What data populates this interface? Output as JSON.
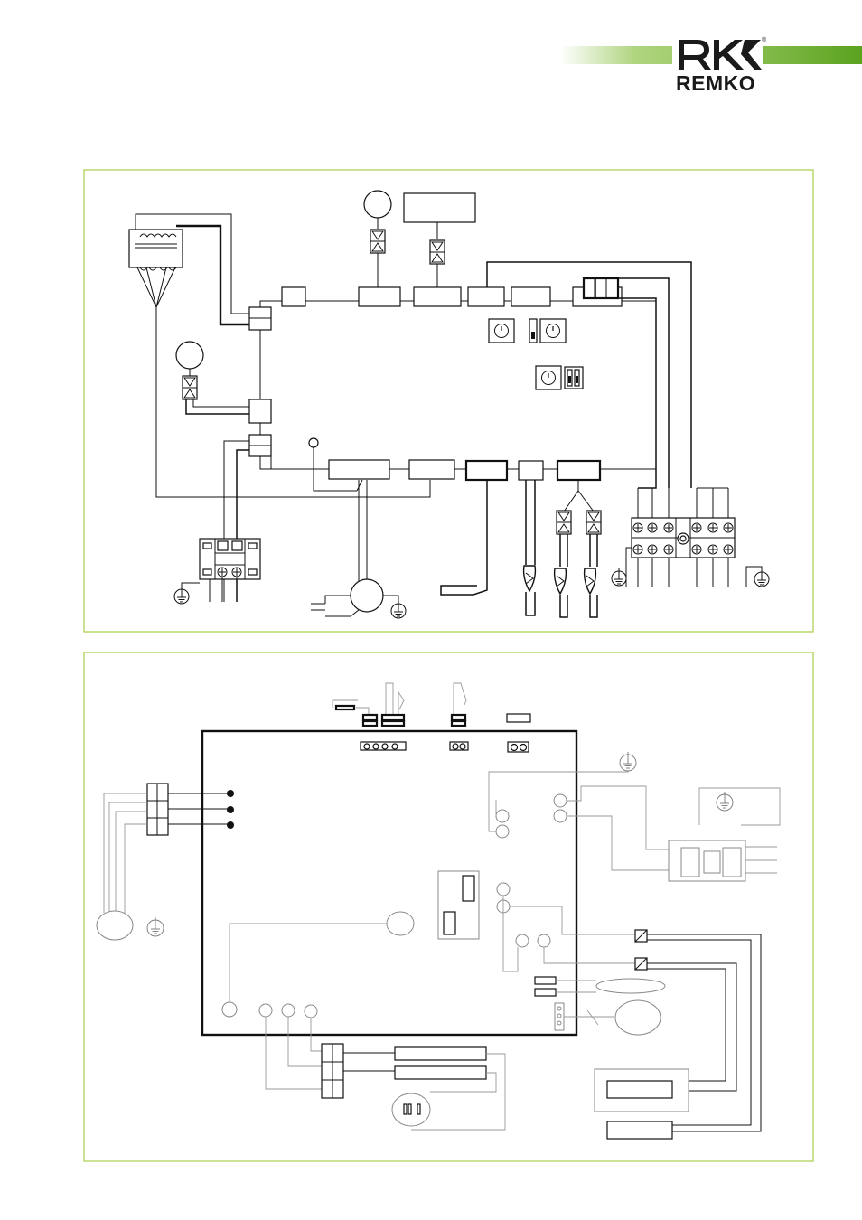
{
  "brand": {
    "name": "REMKO",
    "registered_mark": "®",
    "accent_color": "#7ab929",
    "panel_border_color": "#a8cf45"
  },
  "diagrams": [
    {
      "id": "indoor-wiring-diagram",
      "type": "wiring-schematic"
    },
    {
      "id": "outdoor-wiring-diagram",
      "type": "wiring-schematic"
    }
  ]
}
